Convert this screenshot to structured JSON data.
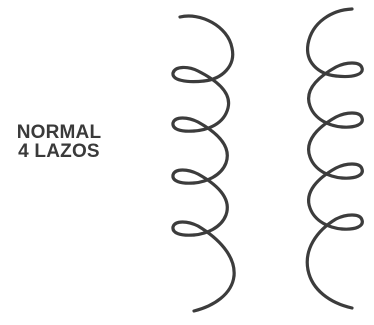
{
  "label": {
    "line1": "NORMAL",
    "line2": "4 LAZOS"
  },
  "coils": [
    {
      "name": "left-coil",
      "loops": 4,
      "direction": "left"
    },
    {
      "name": "right-coil",
      "loops": 4,
      "direction": "right"
    }
  ],
  "colors": {
    "stroke": "#3c3c3c",
    "text": "#3a3a3a",
    "background": "#ffffff"
  }
}
